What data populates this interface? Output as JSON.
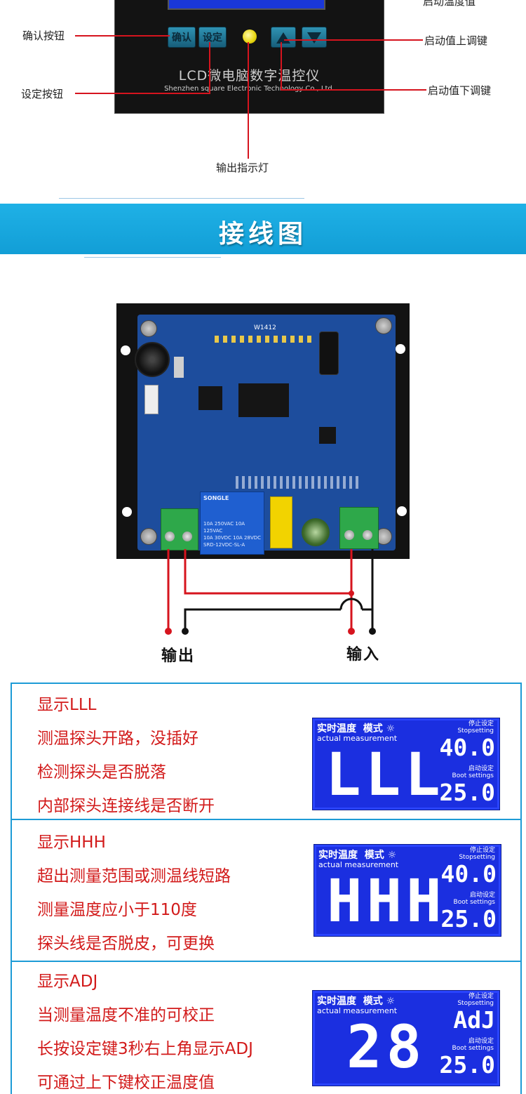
{
  "top": {
    "partial_label": "启动温度值",
    "device_title": "LCD微电脑数字温控仪",
    "device_subtitle": "Shenzhen square Electronic Technology Co., Ltd.",
    "buttons": {
      "confirm": "确认",
      "set": "设定"
    },
    "callouts": {
      "confirm_button": "确认按钮",
      "set_button": "设定按钮",
      "output_indicator": "输出指示灯",
      "up_key": "启动值上调键",
      "down_key": "启动值下调键"
    }
  },
  "wiring": {
    "title": "接线图",
    "board_model": "W1412",
    "relay_brand": "SONGLE",
    "relay_text": [
      "10A 250VAC 10A 125VAC",
      "10A 30VDC 10A 28VDC",
      "SRD-12VDC-SL-A"
    ],
    "output_label": "输出",
    "input_label": "输入"
  },
  "errors": [
    {
      "title": "显示LLL",
      "lines": [
        "测温探头开路，没插好",
        "检测探头是否脱落",
        "内部探头连接线是否断开"
      ],
      "display": {
        "main": "LLL",
        "stop": "40.0",
        "boot": "25.0"
      }
    },
    {
      "title": "显示HHH",
      "lines": [
        "超出测量范围或测温线短路",
        "测量温度应小于110度",
        "探头线是否脱皮，可更换"
      ],
      "display": {
        "main": "HHH",
        "stop": "40.0",
        "boot": "25.0"
      }
    },
    {
      "title": "显示ADJ",
      "lines": [
        "当测量温度不准的可校正",
        "长按设定键3秒右上角显示ADJ",
        "可通过上下键校正温度值"
      ],
      "display": {
        "main": "28",
        "stop": "AdJ",
        "boot": "25.0"
      }
    }
  ],
  "panel_labels": {
    "realtime": "实时温度",
    "mode": "模式",
    "actual": "actual measurement",
    "stop_cn": "停止设定",
    "stop_en": "Stopsetting",
    "boot_cn": "启动设定",
    "boot_en": "Boot settings"
  },
  "colors": {
    "banner": "#1ba9e1",
    "lcd": "#1b2fe0",
    "pcb": "#1d4d9d",
    "accent_red": "#d21a1a"
  }
}
